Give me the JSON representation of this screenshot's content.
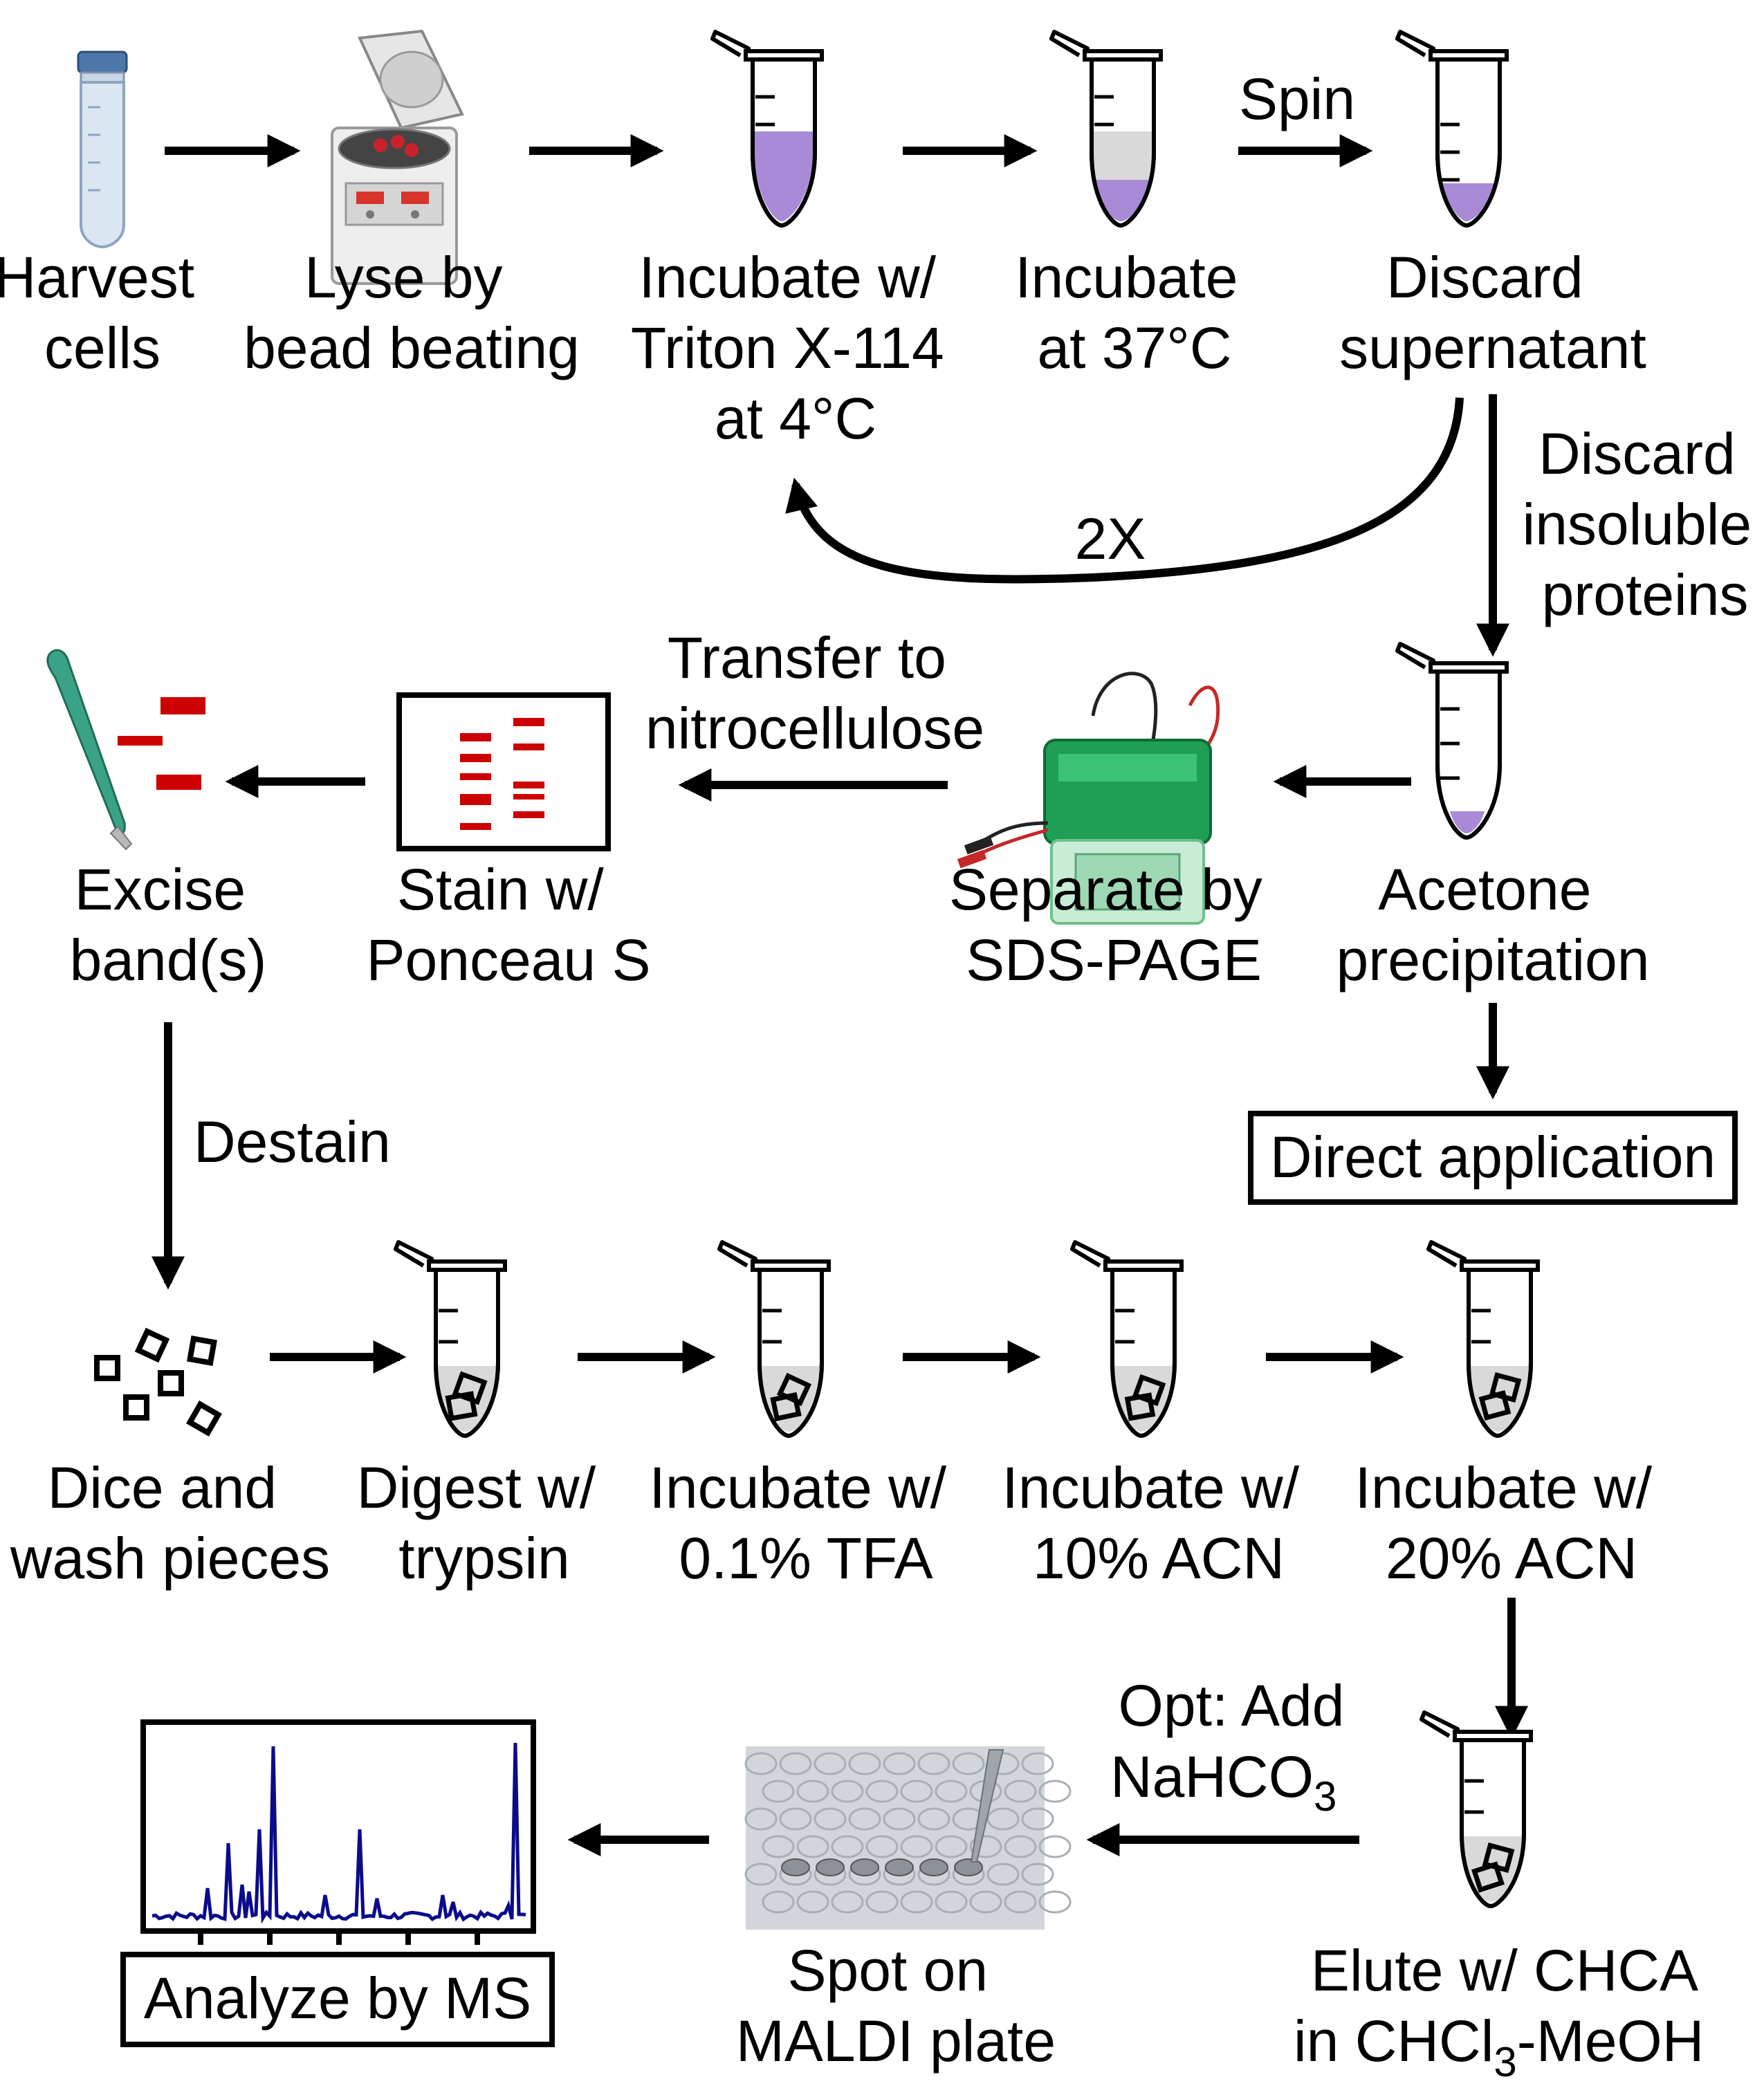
{
  "colors": {
    "purple": "#a98ad6",
    "gray_liquid": "#d9d9d9",
    "red_band": "#cc0000",
    "spectrum": "#0b0b8c",
    "scalpel": "#3aa287",
    "gel_green": "#1f9e55"
  },
  "icons": {
    "harvest": "conical-tube-icon",
    "lyse": "bead-beater-icon",
    "tube": "microcentrifuge-tube-icon",
    "excise": "scalpel-icon",
    "stain": "membrane-with-bands-icon",
    "separate": "electrophoresis-tank-icon",
    "dice": "gel-pieces-icon",
    "spot": "maldi-plate-icon",
    "analyze": "mass-spectrum-icon"
  },
  "steps": {
    "harvest": [
      "Harvest",
      "cells"
    ],
    "lyse": [
      "Lyse by",
      "bead beating"
    ],
    "triton": [
      "Incubate w/",
      "Triton X-114",
      "at 4°C"
    ],
    "inc37": [
      "Incubate",
      "at 37°C"
    ],
    "discard_sup": [
      "Discard",
      "supernatant"
    ],
    "acetone": [
      "Acetone",
      "precipitation"
    ],
    "separate": [
      "Separate by",
      "SDS-PAGE"
    ],
    "stain": [
      "Stain w/",
      "Ponceau S"
    ],
    "excise": [
      "Excise",
      "band(s)"
    ],
    "dice": [
      "Dice and",
      "wash pieces"
    ],
    "digest": [
      "Digest w/",
      "trypsin"
    ],
    "tfa": [
      "Incubate w/",
      "0.1% TFA"
    ],
    "acn10": [
      "Incubate w/",
      "10% ACN"
    ],
    "acn20": [
      "Incubate w/",
      "20% ACN"
    ],
    "elute": [
      "Elute w/ CHCA",
      "in CHCl",
      "3",
      "-MeOH"
    ],
    "spot": [
      "Spot on",
      "MALDI plate"
    ]
  },
  "arrow_labels": {
    "spin": "Spin",
    "repeat": "2X",
    "discard_insoluble": [
      "Discard",
      "insoluble",
      "proteins"
    ],
    "transfer": [
      "Transfer to",
      "nitrocellulose"
    ],
    "destain": "Destain",
    "opt_add": [
      "Opt: Add",
      "NaHCO",
      "3"
    ]
  },
  "boxes": {
    "direct": "Direct application",
    "analyze": "Analyze by MS"
  }
}
